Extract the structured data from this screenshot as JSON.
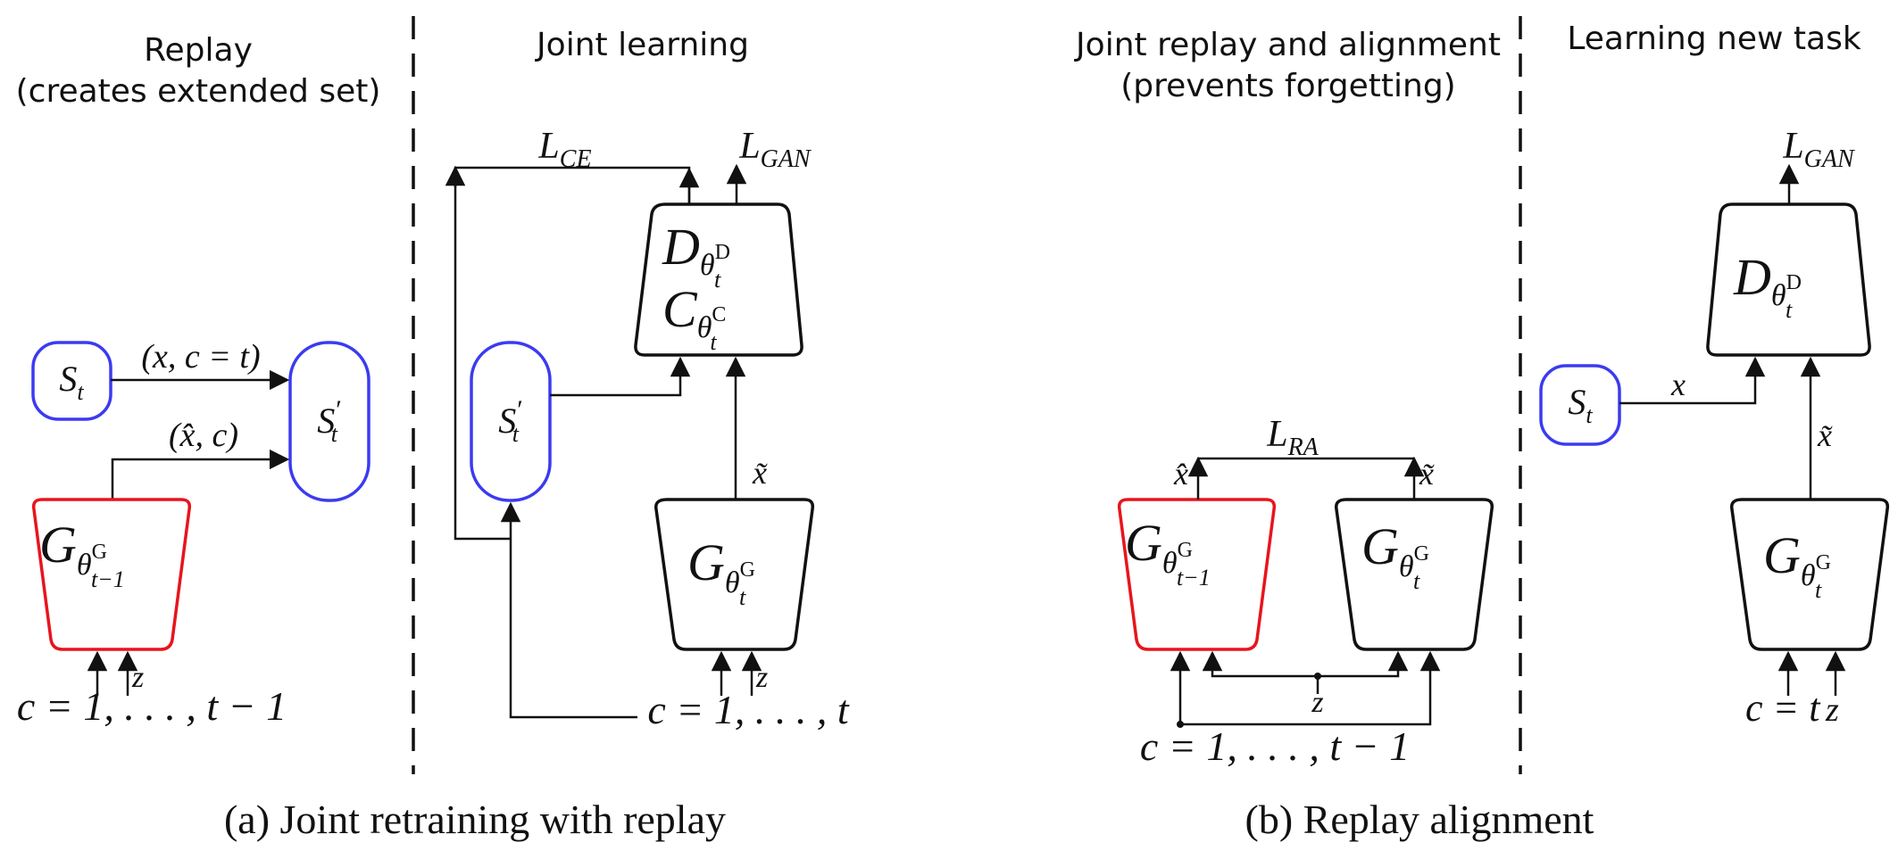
{
  "colors": {
    "current_set": "#3b3bf0",
    "previous_generator": "#e8141c",
    "line": "#111111"
  },
  "panel_a": {
    "header_replay_line1": "Replay",
    "header_replay_line2": "(creates extended set)",
    "header_joint": "Joint learning",
    "caption": "(a) Joint retraining with replay",
    "s_t": {
      "main": "S",
      "sub": "t"
    },
    "s_t_prime": {
      "main": "S",
      "prime": "′",
      "sub": "t"
    },
    "edge_real": "(x, c = t)",
    "edge_replay": "(x̂, c)",
    "gen_prev": {
      "main": "G",
      "theta": "θ",
      "sup": "G",
      "sub": "t−1"
    },
    "z_label": "z",
    "c_range_prev": "c = 1, . . . , t − 1",
    "loss_ce": {
      "main": "L",
      "sub": "CE"
    },
    "loss_gan": {
      "main": "L",
      "sub": "GAN"
    },
    "disc": {
      "main": "D",
      "theta": "θ",
      "sup": "D",
      "sub": "t"
    },
    "classifier": {
      "main": "C",
      "theta": "θ",
      "sup": "C",
      "sub": "t"
    },
    "x_tilde": "x̃",
    "gen_cur": {
      "main": "G",
      "theta": "θ",
      "sup": "G",
      "sub": "t"
    },
    "c_range_cur": "c = 1, . . . , t"
  },
  "panel_b": {
    "header_align_line1": "Joint replay and alignment",
    "header_align_line2": "(prevents forgetting)",
    "header_new": "Learning new task",
    "caption": "(b) Replay alignment",
    "loss_ra": {
      "main": "L",
      "sub": "RA"
    },
    "x_hat": "x̂",
    "x_tilde": "x̃",
    "gen_prev": {
      "main": "G",
      "theta": "θ",
      "sup": "G",
      "sub": "t−1"
    },
    "gen_cur": {
      "main": "G",
      "theta": "θ",
      "sup": "G",
      "sub": "t"
    },
    "z_label": "z",
    "c_range": "c = 1, . . . , t − 1",
    "loss_gan": {
      "main": "L",
      "sub": "GAN"
    },
    "disc": {
      "main": "D",
      "theta": "θ",
      "sup": "D",
      "sub": "t"
    },
    "s_t": {
      "main": "S",
      "sub": "t"
    },
    "edge_x": "x",
    "x_tilde_new": "x̃",
    "gen_new": {
      "main": "G",
      "theta": "θ",
      "sup": "G",
      "sub": "t"
    },
    "c_t": "c = t",
    "z_new": "z"
  }
}
